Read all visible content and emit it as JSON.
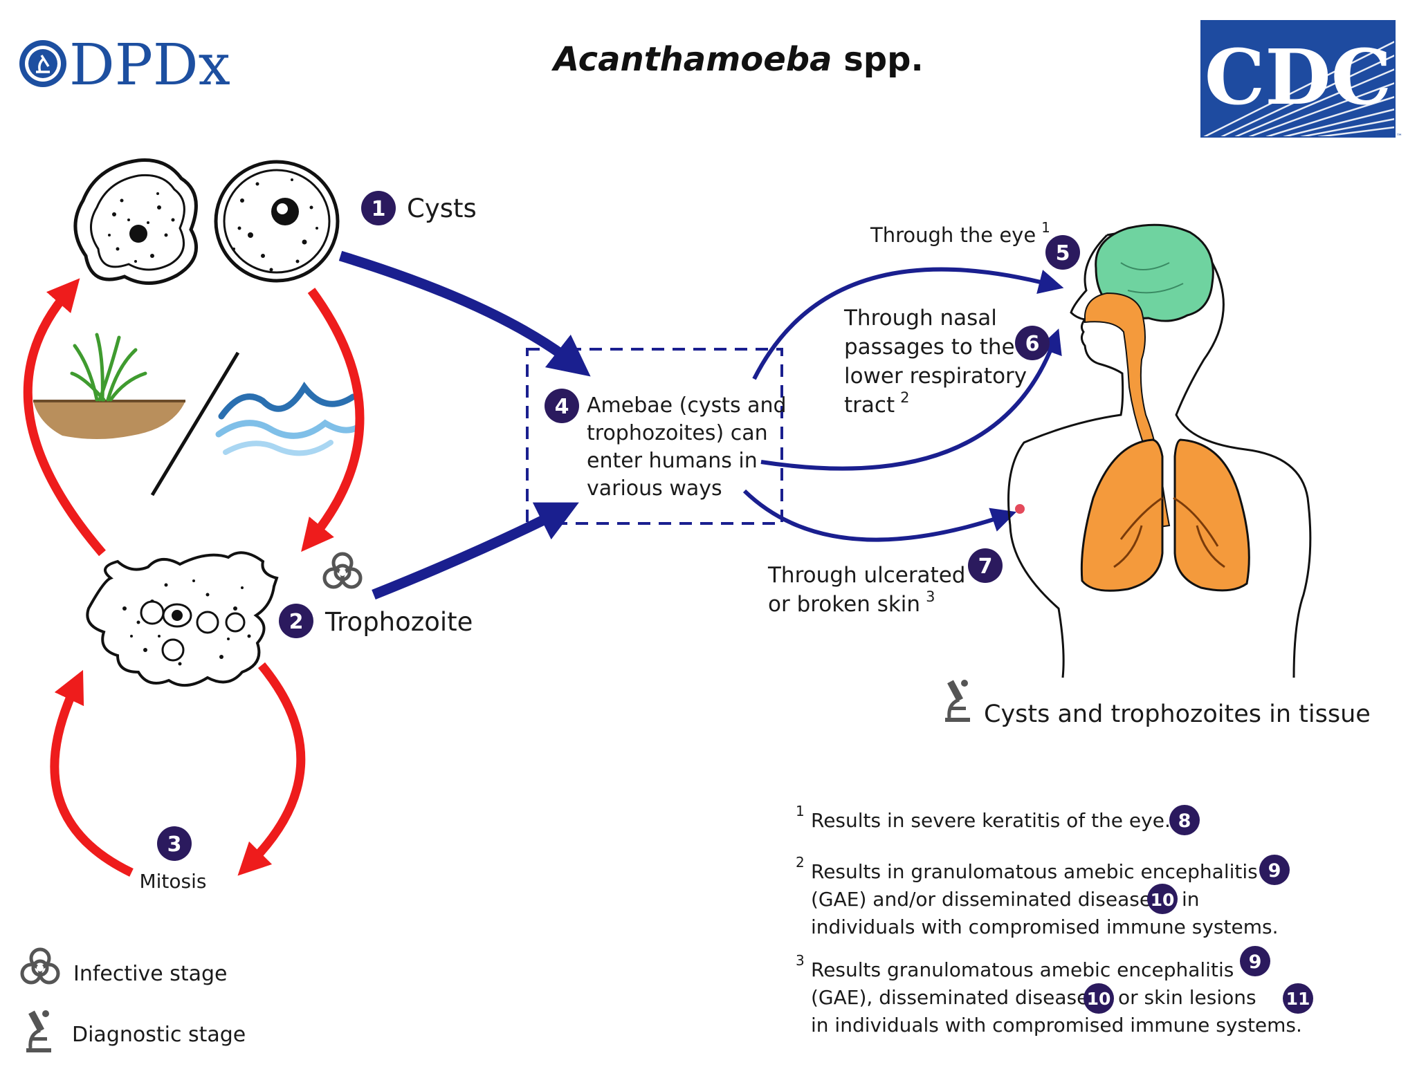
{
  "header": {
    "title_italic": "Acanthamoeba",
    "title_rest": " spp.",
    "logo_left_text": "DPDx",
    "logo_right_text": "CDC"
  },
  "stages": {
    "cysts": {
      "number": "1",
      "label": "Cysts"
    },
    "trophozoite": {
      "number": "2",
      "label": "Trophozoite"
    },
    "mitosis": {
      "number": "3",
      "label": "Mitosis"
    },
    "entry": {
      "number": "4",
      "lines": [
        "Amebae (cysts and",
        "trophozoites) can",
        "enter humans in",
        "various ways"
      ]
    }
  },
  "routes": {
    "eye": {
      "number": "5",
      "text": "Through the eye",
      "sup": "1"
    },
    "nasal": {
      "number": "6",
      "lines": [
        "Through nasal",
        "passages to the",
        "lower respiratory",
        "tract"
      ],
      "sup": "2"
    },
    "skin": {
      "number": "7",
      "lines": [
        "Through ulcerated",
        "or broken skin"
      ],
      "sup": "3"
    }
  },
  "tissue_label": "Cysts and trophozoites in tissue",
  "notes": {
    "n1": {
      "sup": "1",
      "line1": "Results in severe keratitis of the eye.",
      "badge": "8"
    },
    "n2": {
      "sup": "2",
      "line1": "Results in granulomatous amebic encephalitis",
      "badge1": "9",
      "line2a": "(GAE) and/or disseminated disease",
      "badge2": "10",
      "line2b": "in",
      "line3": "individuals with compromised immune systems."
    },
    "n3": {
      "sup": "3",
      "line1": "Results granulomatous amebic encephalitis",
      "badge1": "9",
      "line2a": "(GAE), disseminated disease",
      "badge2": "10",
      "line2b": "or skin lesions",
      "badge3": "11",
      "line3": "in individuals with compromised immune systems."
    }
  },
  "legend": {
    "infective": "Infective stage",
    "diagnostic": "Diagnostic stage"
  },
  "colors": {
    "badge": "#2b1a5e",
    "blue_arrow": "#1a1f8f",
    "red_arrow": "#ee1c1c",
    "dpdx_blue": "#1d4fa0",
    "cdc_blue": "#1e4ba0",
    "brain": "#6fd3a0",
    "lungs": "#f49a3c"
  },
  "icons": [
    "dpdx-logo-icon",
    "cdc-logo-icon",
    "biohazard-icon",
    "microscope-icon",
    "brain-icon",
    "lungs-icon",
    "human-silhouette-icon",
    "grass-soil-icon",
    "water-waves-icon"
  ]
}
